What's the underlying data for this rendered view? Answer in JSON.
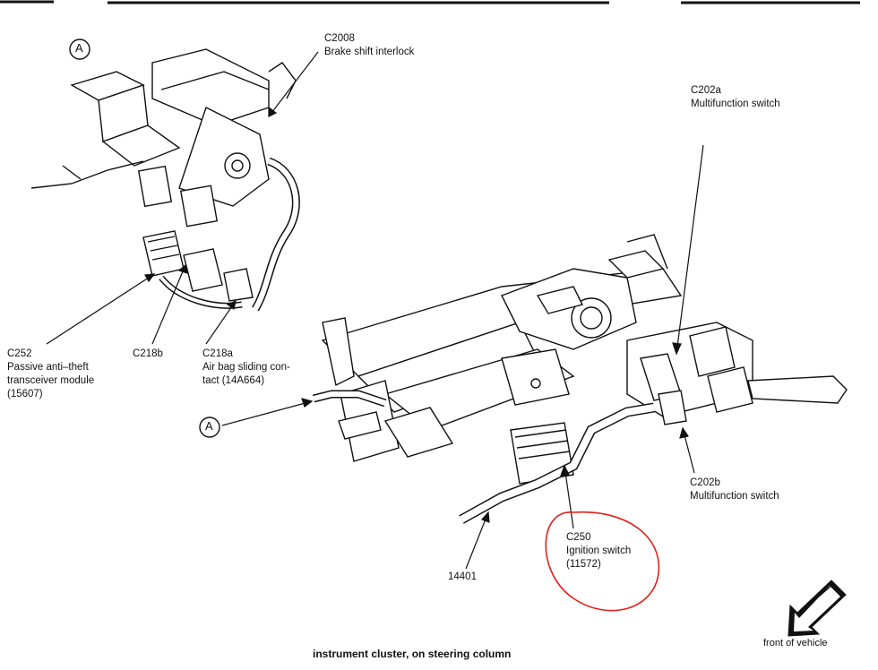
{
  "callout_a_top": "A",
  "callout_a_mid": "A",
  "connectors": {
    "c2008": {
      "id": "C2008",
      "desc": "Brake shift interlock"
    },
    "c202a": {
      "id": "C202a",
      "desc": "Multifunction switch"
    },
    "c252": {
      "id": "C252",
      "line1": "Passive anti–theft",
      "line2": "transceiver module",
      "line3": "(15607)"
    },
    "c218b": {
      "id": "C218b"
    },
    "c218a": {
      "id": "C218a",
      "line1": "Air bag sliding con-",
      "line2": "tact (14A664)"
    },
    "c202b": {
      "id": "C202b",
      "desc": "Multifunction switch"
    },
    "c250": {
      "id": "C250",
      "desc": "Ignition switch",
      "part": "(11572)"
    },
    "harness": {
      "id": "14401"
    }
  },
  "caption": "instrument cluster, on steering column",
  "front_of_vehicle": "front of vehicle",
  "colors": {
    "ink": "#111111",
    "highlight": "#e0201a"
  }
}
